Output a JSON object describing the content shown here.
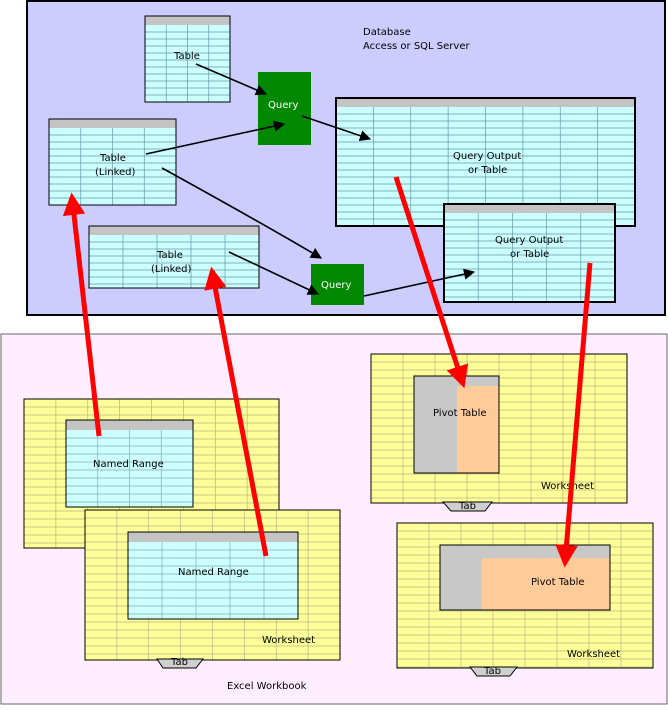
{
  "database": {
    "title_line1": "Database",
    "title_line2": "Access or SQL Server",
    "table_top": {
      "label": "Table"
    },
    "table_linked_1": {
      "label_line1": "Table",
      "label_line2": "(Linked)"
    },
    "table_linked_2": {
      "label_line1": "Table",
      "label_line2": "(Linked)"
    },
    "query_1": {
      "label": "Query"
    },
    "query_2": {
      "label": "Query"
    },
    "output_1": {
      "label_line1": "Query Output",
      "label_line2": "or Table"
    },
    "output_2": {
      "label_line1": "Query Output",
      "label_line2": "or Table"
    }
  },
  "workbook": {
    "title": "Excel Workbook",
    "sheet_back_left": {
      "range_label": "Named Range"
    },
    "sheet_front_left": {
      "range_label": "Named Range",
      "sheet_label": "Worksheet",
      "tab_label": "Tab"
    },
    "sheet_right_top": {
      "pivot_label": "Pivot Table",
      "sheet_label": "Worksheet",
      "tab_label": "Tab"
    },
    "sheet_right_bottom": {
      "pivot_label": "Pivot Table",
      "sheet_label": "Worksheet",
      "tab_label": "Tab"
    }
  },
  "colors": {
    "database_bg": "#ccccff",
    "workbook_bg": "#ffeeff",
    "table_fill": "#ccffff",
    "table_header": "#c4c4c4",
    "query_fill": "#008800",
    "sheet_fill": "#ffff99",
    "pivot_fill": "#ffcc99",
    "pivot_gray": "#c8c8c8",
    "arrow_red": "#ff0000"
  }
}
